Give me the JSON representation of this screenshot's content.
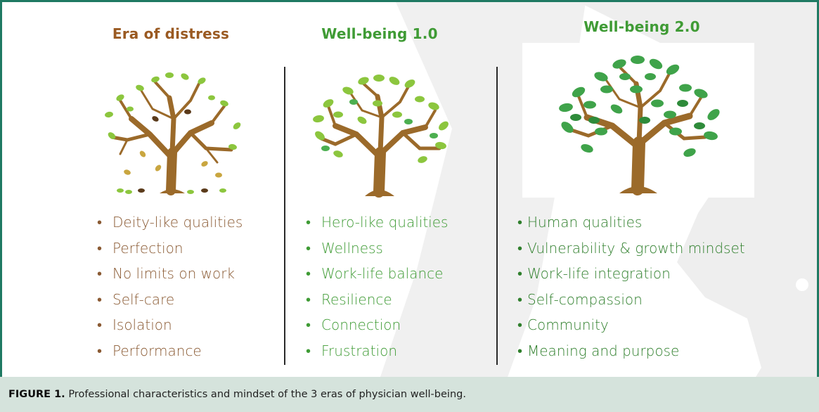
{
  "columns": [
    {
      "title": "Era of distress",
      "items": [
        "Deity-like qualities",
        "Perfection",
        "No limits on work",
        "Self-care",
        "Isolation",
        "Performance"
      ]
    },
    {
      "title": "Well-being 1.0",
      "items": [
        "Hero-like qualities",
        "Wellness",
        "Work-life balance",
        "Resilience",
        "Connection",
        "Frustration"
      ]
    },
    {
      "title": "Well-being 2.0",
      "items": [
        "Human qualities",
        "Vulnerability & growth mindset",
        "Work-life integration",
        "Self-compassion",
        "Community",
        "Meaning and purpose"
      ]
    }
  ],
  "bullet": "•",
  "caption": {
    "label": "FIGURE 1.",
    "text": "Professional characteristics and mindset of the 3 eras of physician well-being."
  },
  "colors": {
    "frame": "#1f7a63",
    "brown": "#9a5a22",
    "green": "#3f9b35",
    "dark_green": "#2f7f2c",
    "caption_bg": "#d5e3dc"
  }
}
